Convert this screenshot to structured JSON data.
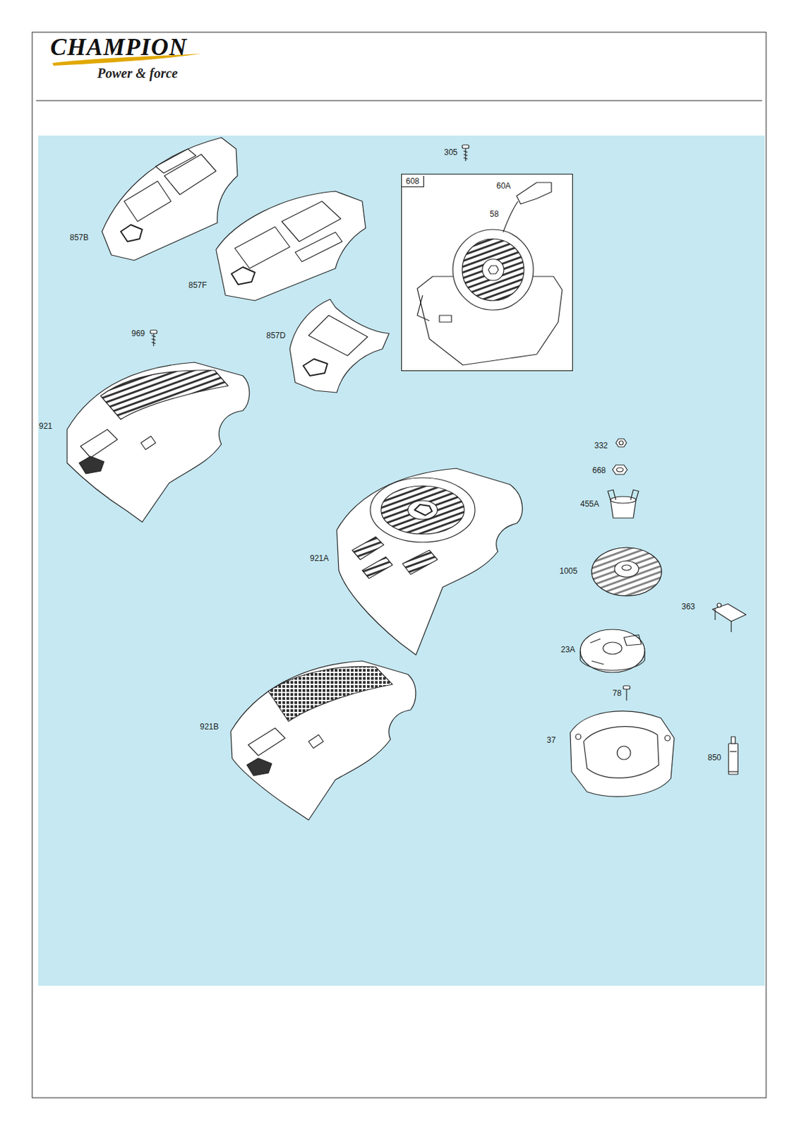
{
  "diagram": {
    "nodes": [
      {
        "text": [
          "608"
        ]
      }
    ],
    "labels": [
      "CHAMPION",
      "Power & force",
      "305",
      "60A",
      "58",
      "857B",
      "857F",
      "857D",
      "969",
      "921",
      "921A",
      "921B",
      "332",
      "668",
      "455A",
      "1005",
      "363",
      "23A",
      "78",
      "37",
      "850"
    ]
  }
}
